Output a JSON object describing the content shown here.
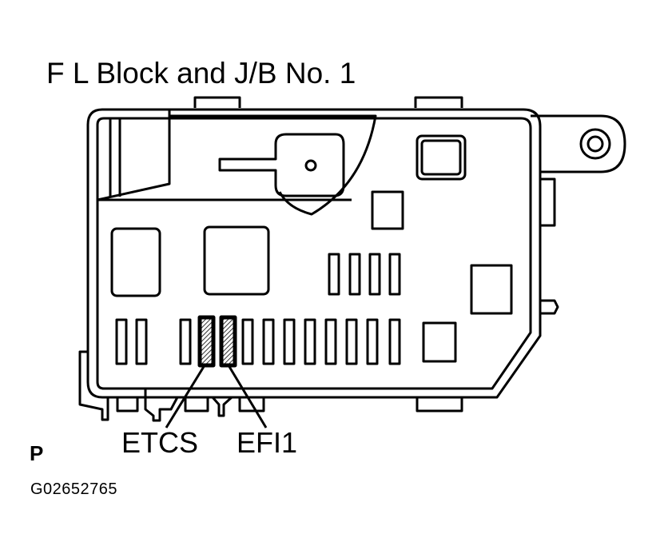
{
  "title": "F L Block and J/B No. 1",
  "labels": {
    "fuse_left": "ETCS",
    "fuse_right": "EFI1"
  },
  "corner_mark": "P",
  "figure_code": "G02652765",
  "colors": {
    "ink": "#000000",
    "paper": "#ffffff"
  }
}
